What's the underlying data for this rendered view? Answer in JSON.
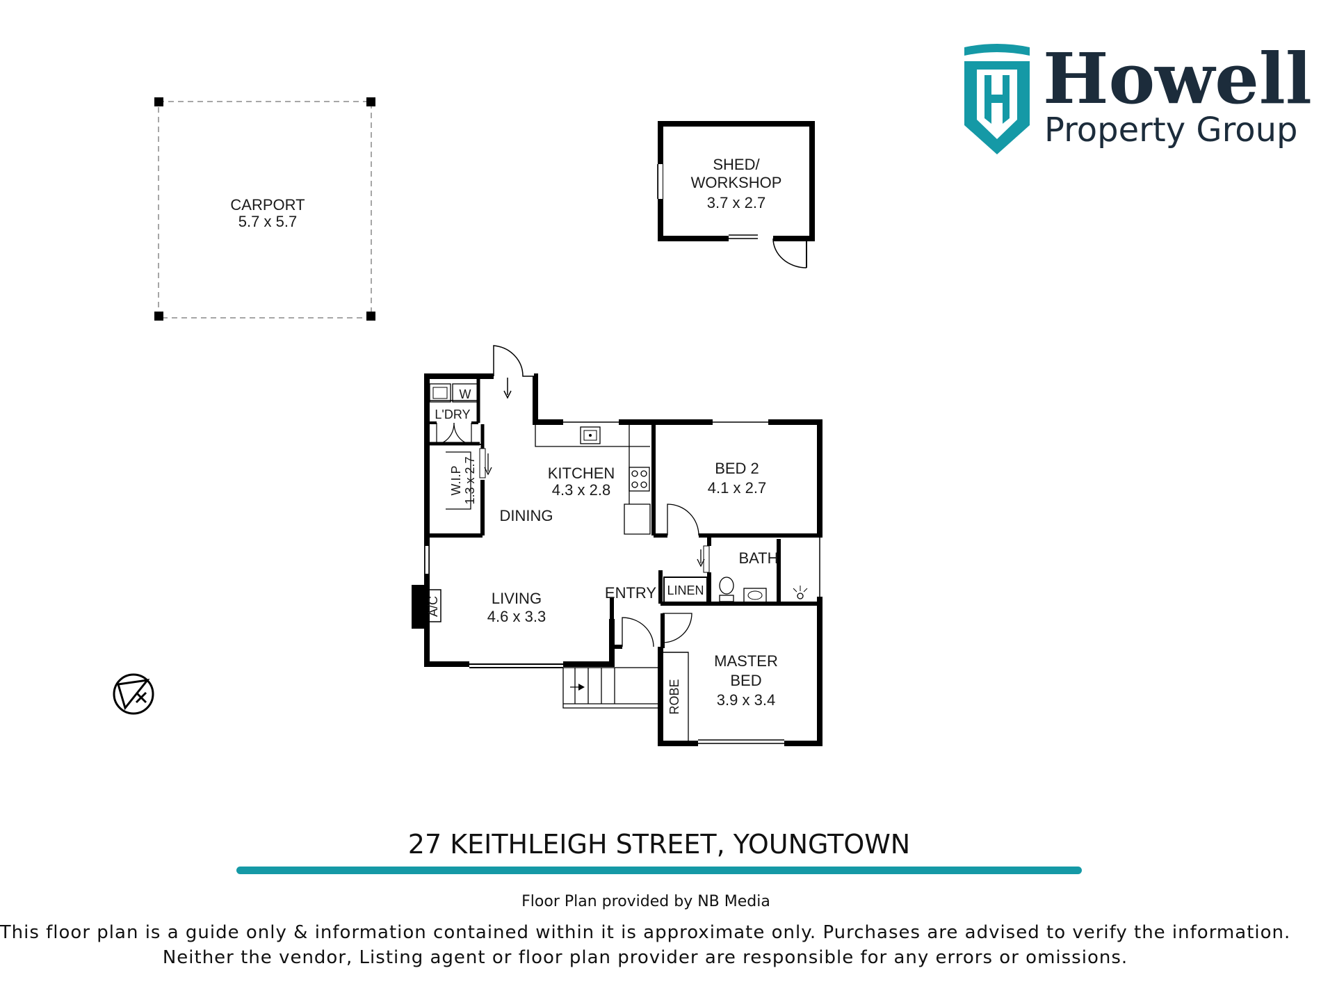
{
  "brand": {
    "name": "Howell",
    "tagline": "Property Group",
    "shield_letter": "H",
    "accent_color": "#1599a6",
    "text_color": "#1c2c3b"
  },
  "rooms": {
    "carport": {
      "name": "CARPORT",
      "size": "5.7 x 5.7"
    },
    "shed": {
      "name_line1": "SHED/",
      "name_line2": "WORKSHOP",
      "size": "3.7 x 2.7"
    },
    "laundry": {
      "name": "L'DRY",
      "washer": "W"
    },
    "wip": {
      "name": "W.I.P",
      "size": "1.3 x 2.7"
    },
    "kitchen": {
      "name": "KITCHEN",
      "size": "4.3 x 2.8"
    },
    "dining": {
      "name": "DINING"
    },
    "bed2": {
      "name": "BED 2",
      "size": "4.1 x 2.7"
    },
    "bath": {
      "name": "BATH"
    },
    "linen": {
      "name": "LINEN"
    },
    "entry": {
      "name": "ENTRY"
    },
    "living": {
      "name": "LIVING",
      "size": "4.6 x 3.3"
    },
    "ac": {
      "name": "A/C"
    },
    "master": {
      "name_line1": "MASTER",
      "name_line2": "BED",
      "size": "3.9 x 3.4"
    },
    "robe": {
      "name": "ROBE"
    }
  },
  "address": "27 KEITHLEIGH STREET, YOUNGTOWN",
  "credit": "Floor Plan provided by NB Media",
  "disclaimer": {
    "line1": "This floor plan is a guide only & information contained within it is approximate only. Purchases are advised to verify the information.",
    "line2": "Neither the vendor, Listing agent or floor plan provider are responsible for any errors or omissions."
  },
  "compass_icon": "north-arrow-icon"
}
